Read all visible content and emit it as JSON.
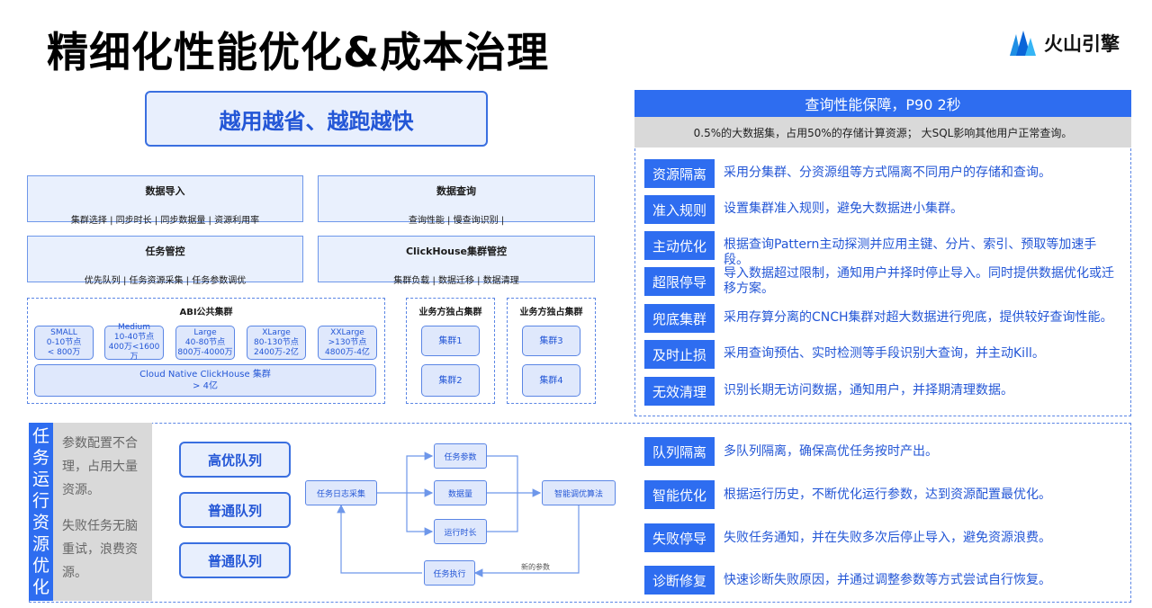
{
  "title": "精细化性能优化&成本治理",
  "logo": {
    "text": "火山引擎",
    "icon": "volcano-logo-icon"
  },
  "slogan": "越用越省、越跑越快",
  "modules": [
    {
      "title": "数据导入",
      "sub": "集群选择 | 同步时长 | 同步数据量 | 资源利用率"
    },
    {
      "title": "数据查询",
      "sub": "查询性能 | 慢查询识别 |"
    },
    {
      "title": "任务管控",
      "sub": "优先队列 | 任务资源采集 | 任务参数调优"
    },
    {
      "title": "ClickHouse集群管控",
      "sub": "集群负载 | 数据迁移 | 数据清理"
    }
  ],
  "abi": {
    "title": "ABI公共集群",
    "nodes": [
      {
        "l1": "SMALL",
        "l2": "0-10节点",
        "l3": "< 800万"
      },
      {
        "l1": "Medium",
        "l2": "10-40节点",
        "l3": "400万<1600万"
      },
      {
        "l1": "Large",
        "l2": "40-80节点",
        "l3": "800万-4000万"
      },
      {
        "l1": "XLarge",
        "l2": "80-130节点",
        "l3": "2400万-2亿"
      },
      {
        "l1": "XXLarge",
        "l2": ">130节点",
        "l3": "4800万-4亿"
      }
    ],
    "cloud": {
      "l1": "Cloud Native ClickHouse 集群",
      "l2": "> 4亿"
    }
  },
  "exclusive": [
    {
      "title": "业务方独占集群",
      "c1": "集群1",
      "c2": "集群2"
    },
    {
      "title": "业务方独占集群",
      "c1": "集群3",
      "c2": "集群4"
    }
  ],
  "query_panel": {
    "header": "查询性能保障，P90 2秒",
    "note": "0.5%的大数据集，占用50%的存储计算资源；  大SQL影响其他用户正常查询。",
    "items": [
      {
        "tag": "资源隔离",
        "desc": "采用分集群、分资源组等方式隔离不同用户的存储和查询。"
      },
      {
        "tag": "准入规则",
        "desc": "设置集群准入规则，避免大数据进小集群。"
      },
      {
        "tag": "主动优化",
        "desc": "根据查询Pattern主动探测并应用主键、分片、索引、预取等加速手段。"
      },
      {
        "tag": "超限停导",
        "desc": "导入数据超过限制，通知用户并择时停止导入。同时提供数据优化或迁移方案。"
      },
      {
        "tag": "兜底集群",
        "desc": "采用存算分离的CNCH集群对超大数据进行兜底，提供较好查询性能。"
      },
      {
        "tag": "及时止损",
        "desc": "采用查询预估、实时检测等手段识别大查询，并主动Kill。"
      },
      {
        "tag": "无效清理",
        "desc": "识别长期无访问数据，通知用户，并择期清理数据。"
      }
    ]
  },
  "task_section": {
    "vertical_title": "任务运行资源优化",
    "gray_text": [
      "参数配置不合理，占用大量资源。",
      "失败任务无脑重试，浪费资源。"
    ],
    "queues": [
      "高优队列",
      "普通队列",
      "普通队列"
    ],
    "flow": {
      "collect": "任务日志采集",
      "param": "任务参数",
      "volume": "数据量",
      "runtime": "运行时长",
      "algo": "智能调优算法",
      "exec": "任务执行",
      "new_params": "新的参数"
    },
    "items": [
      {
        "tag": "队列隔离",
        "desc": "多队列隔离，确保高优任务按时产出。"
      },
      {
        "tag": "智能优化",
        "desc": "根据运行历史，不断优化运行参数，达到资源配置最优化。"
      },
      {
        "tag": "失败停导",
        "desc": "失败任务通知，并在失败多次后停止导入，避免资源浪费。"
      },
      {
        "tag": "诊断修复",
        "desc": "快速诊断失败原因，并通过调整参数等方式尝试自行恢复。"
      }
    ]
  },
  "colors": {
    "accent": "#2e6df0",
    "accent_text": "#2356d6",
    "light_fill": "#e9f0fd",
    "gray": "#d9d9d9"
  }
}
